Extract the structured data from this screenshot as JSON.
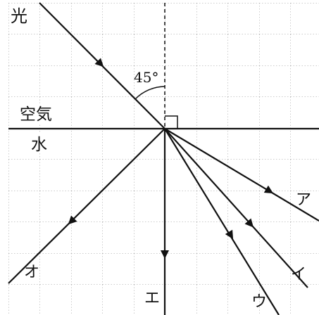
{
  "labels": {
    "light": "光",
    "air": "空気",
    "water": "水",
    "angle": "45°",
    "ray_a": "ア",
    "ray_i": "イ",
    "ray_u": "ウ",
    "ray_e": "エ",
    "ray_o": "オ"
  },
  "incident_angle_deg": 45,
  "colors": {
    "line": "#111111",
    "grid": "#9a9a9a",
    "background": "#ffffff"
  }
}
